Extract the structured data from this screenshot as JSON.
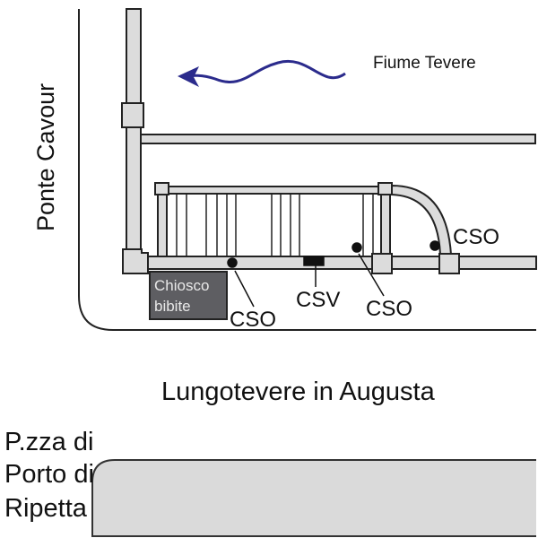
{
  "labels": {
    "river": "Fiume Tevere",
    "bridge": "Ponte Cavour",
    "street": "Lungotevere in Augusta",
    "piazza_line1": "P.zza di",
    "piazza_line2": "Porto di",
    "piazza_line3": "Ripetta",
    "kiosk_line1": "Chiosco",
    "kiosk_line2": "bibite",
    "cso_1": "CSO",
    "csv": "CSV",
    "cso_2": "CSO",
    "cso_3": "CSO"
  },
  "colors": {
    "pipe_fill": "#dcdcdc",
    "outline": "#222222",
    "kiosk_fill": "#5e5e62",
    "flow_arrow": "#2b2b8c",
    "piazza_fill": "#dadada"
  },
  "icons": {
    "flow": "arrow-left-wavy"
  }
}
